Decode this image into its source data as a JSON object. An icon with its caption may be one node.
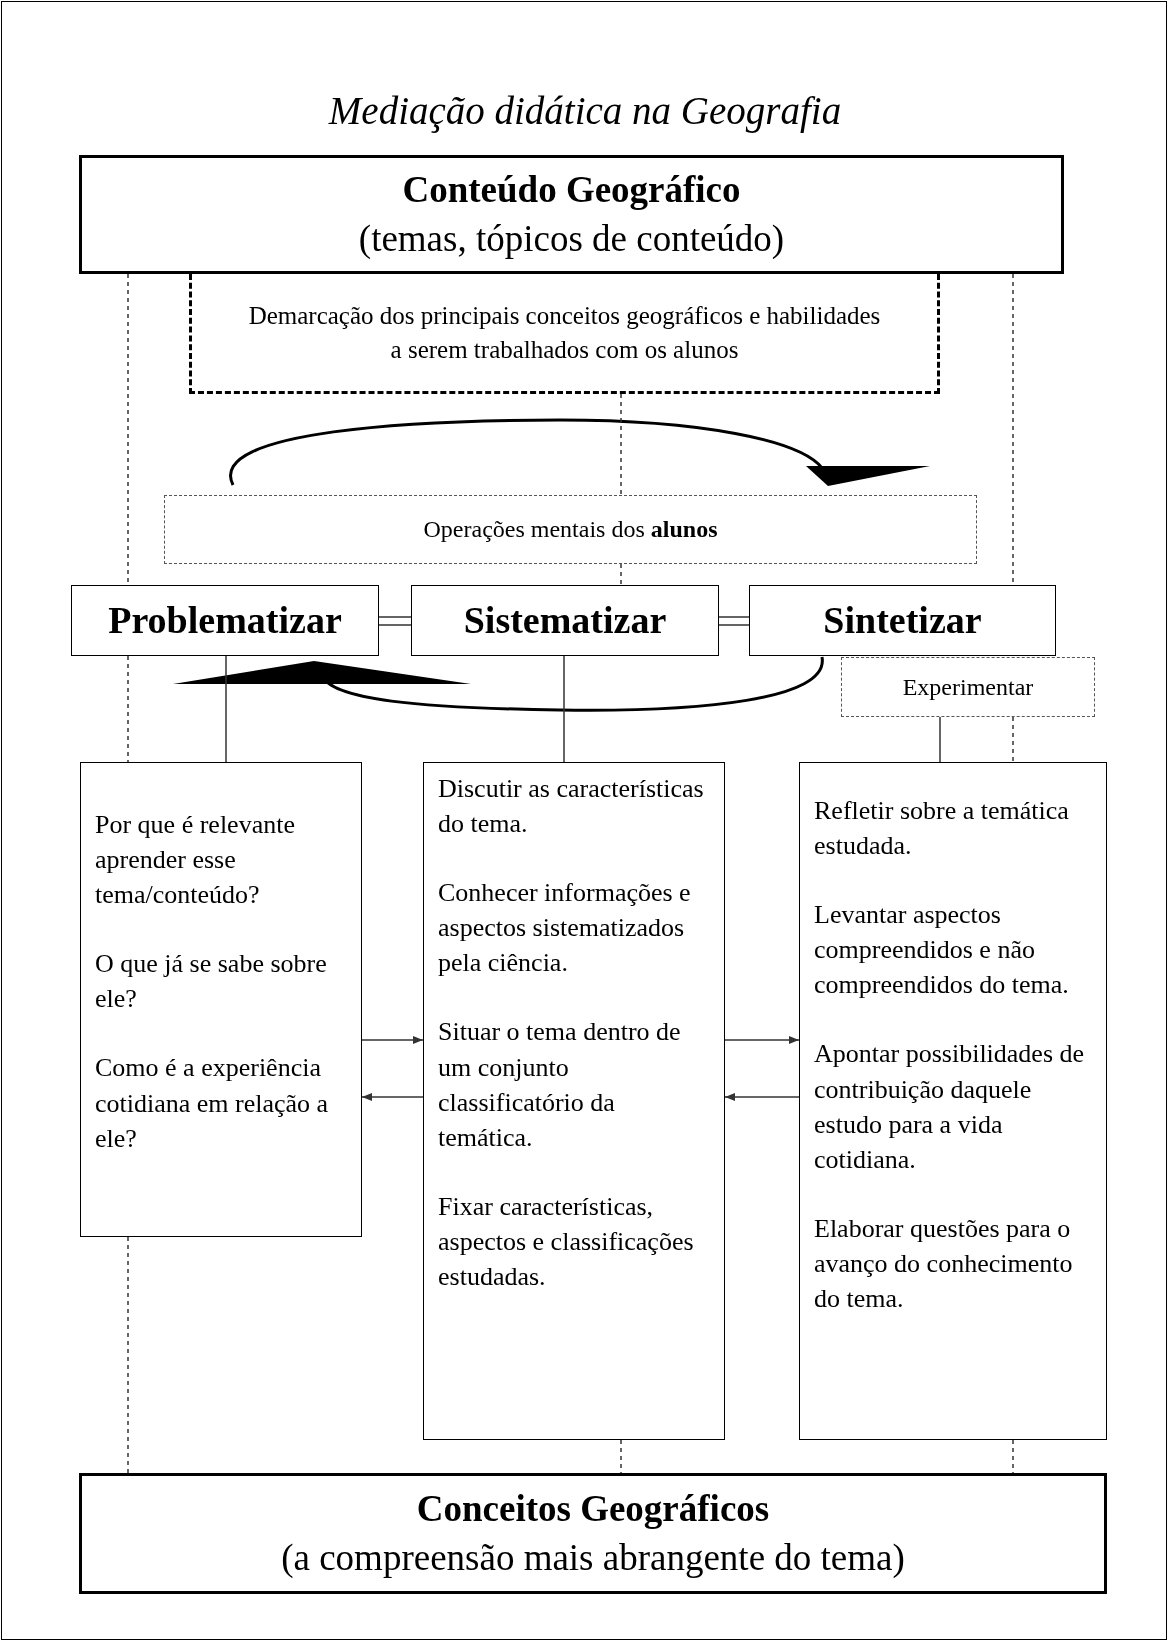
{
  "diagram": {
    "title": "Mediação didática na Geografia",
    "nodes": [
      {
        "text": [
          "Conteúdo Geográfico",
          "(temas, tópicos de conteúdo)"
        ]
      },
      {
        "text": [
          "Demarcação dos principais conceitos geográficos e habilidades a serem trabalhados com os alunos"
        ]
      },
      {
        "text": [
          "Operações mentais dos **alunos**"
        ]
      },
      {
        "text": [
          "Problematizar"
        ]
      },
      {
        "text": [
          "Sistematizar"
        ]
      },
      {
        "text": [
          "Sintetizar"
        ]
      },
      {
        "text": [
          "Experimentar"
        ]
      },
      {
        "text": [
          "Por que é relevante aprender esse tema/conteúdo?",
          "O que já se sabe sobre ele?",
          "Como é a experiência cotidiana em relação a ele?"
        ]
      },
      {
        "text": [
          "Discutir as características do tema.",
          "Conhecer informações e aspectos sistematizados pela ciência.",
          "Situar o tema dentro de um conjunto classificatório da temática.",
          "Fixar características, aspectos e classificações estudadas."
        ]
      },
      {
        "text": [
          "Refletir sobre a temática estudada.",
          "Levantar aspectos compreendidos e não compreendidos do tema.",
          "Apontar possibilidades de contribuição daquele estudo para a vida cotidiana.",
          "Elaborar questões para o avanço do conhecimento do tema."
        ]
      },
      {
        "text": [
          "Conceitos Geográficos",
          "(a compreensão mais abrangente do tema)"
        ]
      }
    ],
    "edges": [
      {
        "from": 3,
        "to": 4,
        "arrow": "none"
      },
      {
        "from": 4,
        "to": 5,
        "arrow": "none"
      },
      {
        "from": 3,
        "to": 7,
        "arrow": "none"
      },
      {
        "from": 4,
        "to": 8,
        "arrow": "none"
      },
      {
        "from": 6,
        "to": 9,
        "arrow": "none"
      },
      {
        "from": 7,
        "to": 8,
        "arrow": "to"
      },
      {
        "from": 8,
        "to": 7,
        "arrow": "to"
      },
      {
        "from": 8,
        "to": 9,
        "arrow": "to"
      },
      {
        "from": 9,
        "to": 8,
        "arrow": "to"
      },
      {
        "from": 1,
        "to": 2,
        "arrow": "none",
        "style": "dashed"
      },
      {
        "from": 2,
        "to": 4,
        "arrow": "none",
        "style": "dashed"
      },
      {
        "from": 8,
        "to": 10,
        "arrow": "none",
        "style": "dashed"
      },
      {
        "from": 0,
        "to": 3,
        "arrow": "none",
        "style": "dashed"
      },
      {
        "from": 3,
        "to": 7,
        "arrow": "none",
        "style": "dashed"
      },
      {
        "from": 7,
        "to": 10,
        "arrow": "none",
        "style": "dashed"
      },
      {
        "from": 0,
        "to": 5,
        "arrow": "none",
        "style": "dashed"
      },
      {
        "from": 6,
        "to": 9,
        "arrow": "none",
        "style": "dashed"
      },
      {
        "from": 9,
        "to": 10,
        "arrow": "none",
        "style": "dashed"
      }
    ]
  }
}
